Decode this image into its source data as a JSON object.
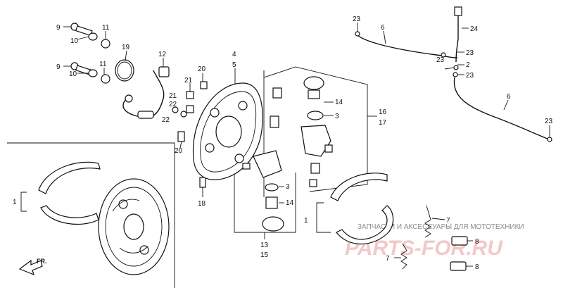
{
  "callouts": {
    "c9a": "9",
    "c10a": "10",
    "c11a": "11",
    "c19": "19",
    "c12": "12",
    "c9b": "9",
    "c10b": "10",
    "c11b": "11",
    "c20a": "20",
    "c21a": "21",
    "c21b": "21",
    "c22a": "22",
    "c22b": "22",
    "c20b": "20",
    "c18": "18",
    "c4": "4",
    "c5": "5",
    "c14a": "14",
    "c3a": "3",
    "c16": "16",
    "c17": "17",
    "c3b": "3",
    "c14b": "14",
    "c13": "13",
    "c15": "15",
    "c1a": "1",
    "c1b": "1",
    "c7a": "7",
    "c7b": "7",
    "c8a": "8",
    "c8b": "8",
    "c23a": "23",
    "c6a": "6",
    "c24": "24",
    "c23b": "23",
    "c23c": "23",
    "c2": "2",
    "c23d": "23",
    "c6b": "6",
    "c23e": "23"
  },
  "direction_label": "FR.",
  "watermark": {
    "caption": "ЗАПЧАСТИ И АКСЕССУАРЫ ДЛЯ МОТОТЕХНИКИ",
    "brand": "PARTS-FOR.RU"
  }
}
